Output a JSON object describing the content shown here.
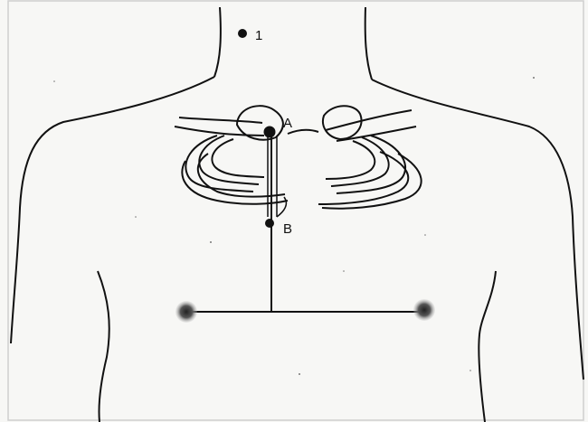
{
  "diagram": {
    "labels": {
      "point_1": "1",
      "point_a": "A",
      "point_b": "B"
    },
    "colors": {
      "ink": "#111111",
      "paper": "#f7f7f5",
      "frame": "#cfcfcf"
    }
  }
}
